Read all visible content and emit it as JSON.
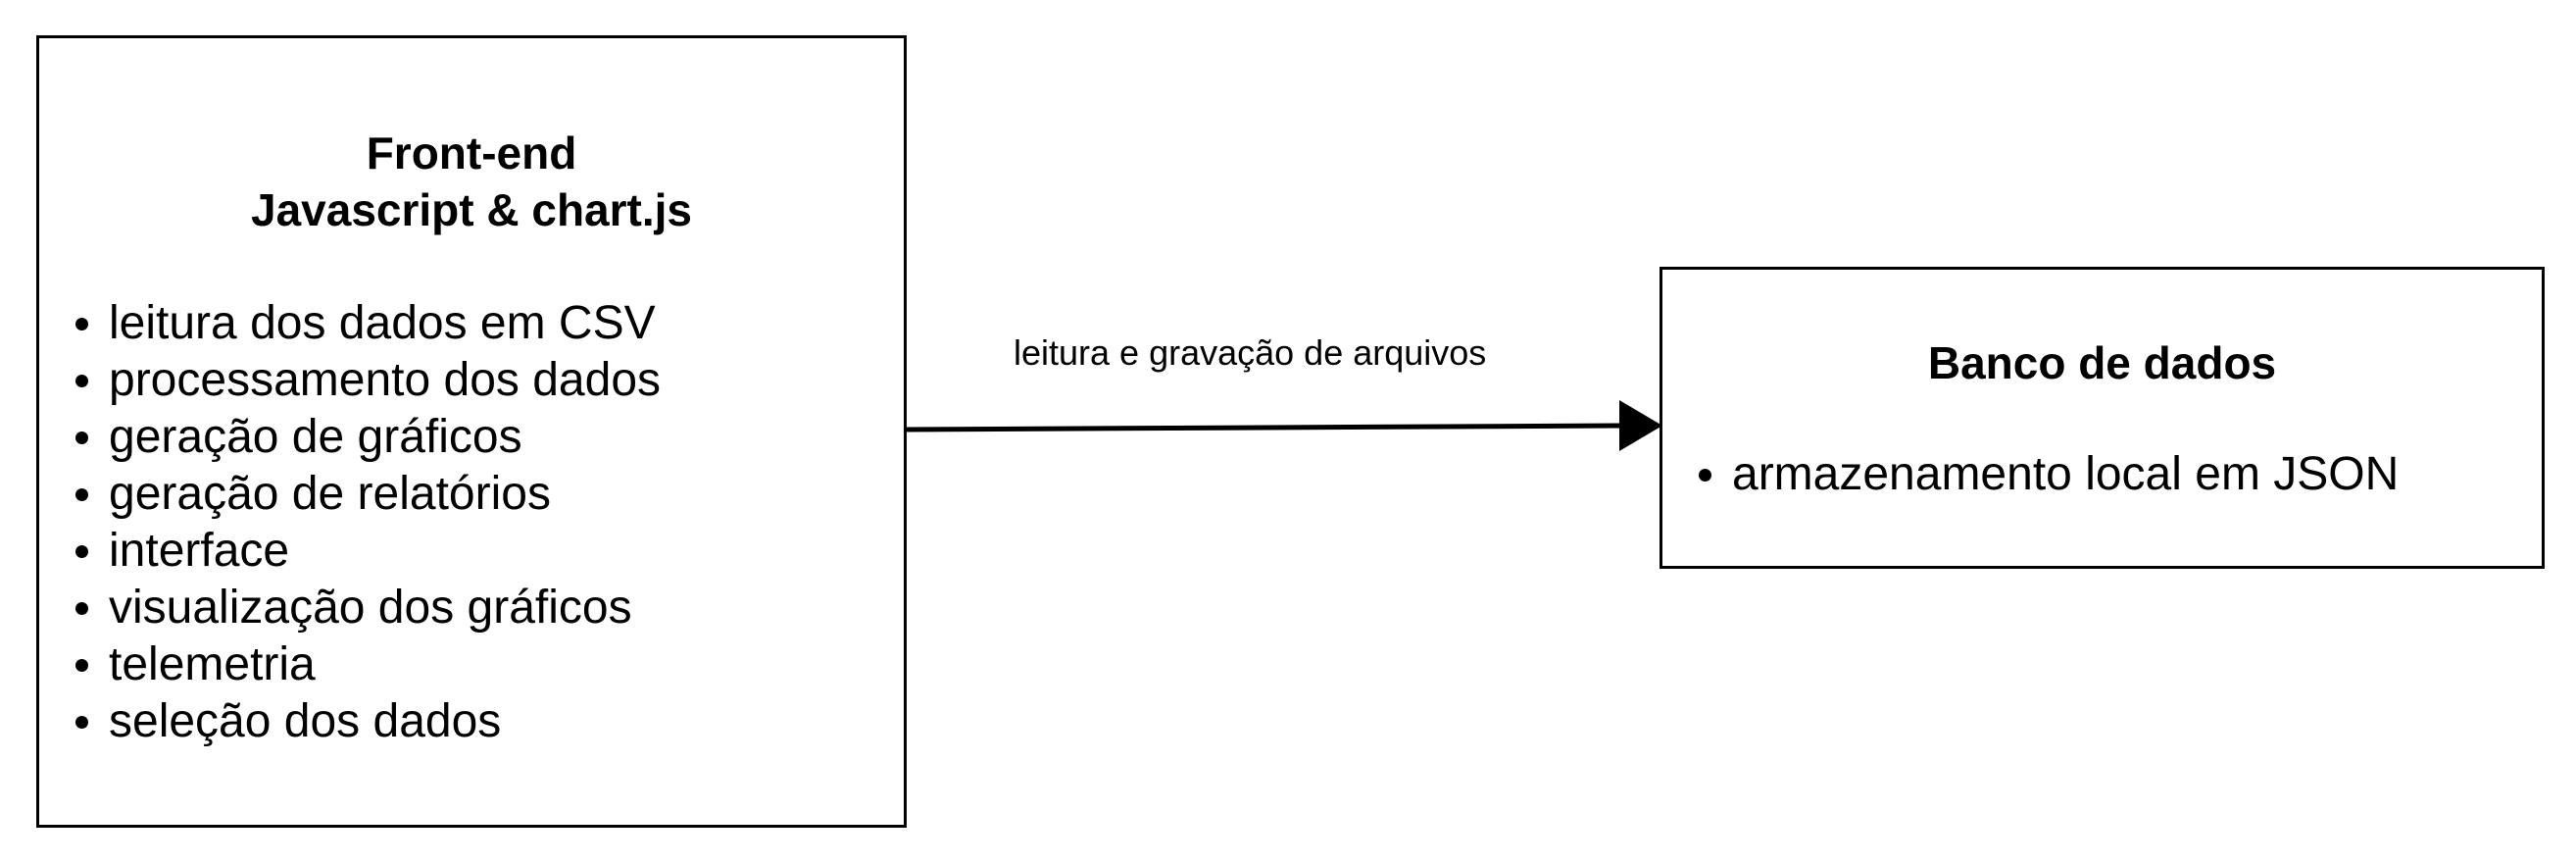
{
  "frontend": {
    "title_line1": "Front-end",
    "title_line2": "Javascript & chart.js",
    "items": [
      "leitura dos dados em CSV",
      "processamento dos dados",
      "geração de gráficos",
      "geração de relatórios",
      "interface",
      "visualização dos gráficos",
      "telemetria",
      "seleção dos dados"
    ]
  },
  "database": {
    "title": "Banco de dados",
    "items": [
      "armazenamento local em JSON"
    ]
  },
  "edge": {
    "label": "leitura e gravação de arquivos"
  },
  "colors": {
    "stroke": "#000000",
    "background": "#ffffff"
  }
}
